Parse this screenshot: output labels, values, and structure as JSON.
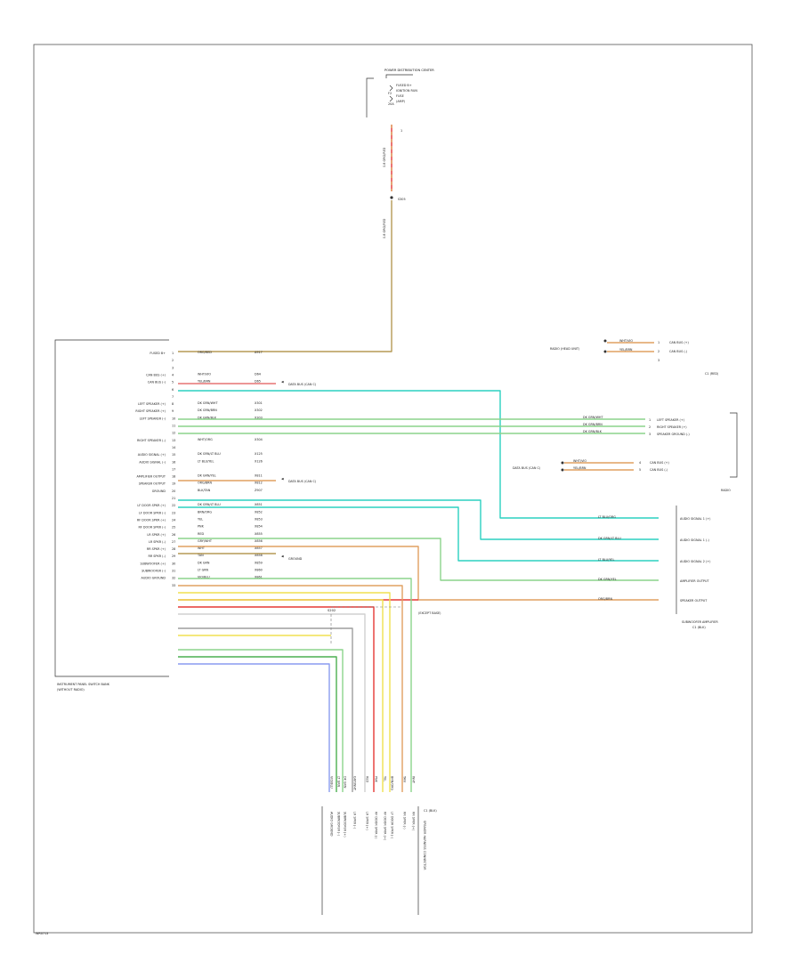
{
  "figure_label": "WR0713",
  "pdc": {
    "title": "POWER DISTRIBUTION CENTER",
    "circuits": [
      "FUSED B+",
      "IGNITION RUN",
      "FUSE",
      "(AMP)"
    ],
    "fuse_no": "F2",
    "fuse_amp": "20A"
  },
  "main_feed": {
    "wire_label": "0.8 ORG/RED",
    "circuit": "A917",
    "splice": "S305"
  },
  "module": {
    "name": "INSTRUMENT PANEL SWITCH BANK",
    "subtitle": "(WITHOUT RADIO)",
    "pins": [
      {
        "no": "1",
        "label": "FUSED B+",
        "wire": "ORG/RED",
        "circuit": "A917"
      },
      {
        "no": "2",
        "label": "",
        "wire": "",
        "circuit": ""
      },
      {
        "no": "3",
        "label": "",
        "wire": "",
        "circuit": ""
      },
      {
        "no": "4",
        "label": "CAN BUS (+)",
        "wire": "WHT/VIO",
        "circuit": "D64"
      },
      {
        "no": "5",
        "label": "CAN BUS (-)",
        "wire": "YEL/BRN",
        "circuit": "D65"
      },
      {
        "no": "6",
        "label": "",
        "wire": "",
        "circuit": ""
      },
      {
        "no": "7",
        "label": "",
        "wire": "",
        "circuit": ""
      },
      {
        "no": "8",
        "label": "LEFT SPEAKER (+)",
        "wire": "DK GRN/WHT",
        "circuit": "X301"
      },
      {
        "no": "9",
        "label": "RIGHT SPEAKER (+)",
        "wire": "DK GRN/BRN",
        "circuit": "X302"
      },
      {
        "no": "10",
        "label": "LEFT SPEAKER (-)",
        "wire": "DK GRN/BLK",
        "circuit": "X303"
      },
      {
        "no": "11",
        "label": "",
        "wire": "",
        "circuit": ""
      },
      {
        "no": "12",
        "label": "",
        "wire": "",
        "circuit": ""
      },
      {
        "no": "13",
        "label": "RIGHT SPEAKER (-)",
        "wire": "WHT/ORG",
        "circuit": "X304"
      },
      {
        "no": "14",
        "label": "",
        "wire": "",
        "circuit": ""
      },
      {
        "no": "15",
        "label": "AUDIO SIGNAL (+)",
        "wire": "DK GRN/LT BLU",
        "circuit": "X125"
      },
      {
        "no": "16",
        "label": "AUDIO SIGNAL (-)",
        "wire": "LT BLU/YEL",
        "circuit": "X126"
      },
      {
        "no": "17",
        "label": "",
        "wire": "",
        "circuit": ""
      },
      {
        "no": "18",
        "label": "AMPLIFIER OUTPUT",
        "wire": "DK GRN/YEL",
        "circuit": "X811"
      },
      {
        "no": "19",
        "label": "SPEAKER OUTPUT",
        "wire": "ORG/BRN",
        "circuit": "X812"
      },
      {
        "no": "20",
        "label": "GROUND",
        "wire": "BLK/TAN",
        "circuit": "Z907"
      },
      {
        "no": "21",
        "label": "",
        "wire": "",
        "circuit": ""
      },
      {
        "no": "22",
        "label": "LF DOOR SPKR (+)",
        "wire": "DK GRN/LT BLU",
        "circuit": "X851"
      },
      {
        "no": "23",
        "label": "LF DOOR SPKR (-)",
        "wire": "BRN/ORG",
        "circuit": "X852"
      },
      {
        "no": "24",
        "label": "RF DOOR SPKR (+)",
        "wire": "YEL",
        "circuit": "X853"
      },
      {
        "no": "25",
        "label": "RF DOOR SPKR (-)",
        "wire": "PNK",
        "circuit": "X854"
      },
      {
        "no": "26",
        "label": "LR SPKR (+)",
        "wire": "RED",
        "circuit": "X855"
      },
      {
        "no": "27",
        "label": "LR SPKR (-)",
        "wire": "GRY/WHT",
        "circuit": "X856"
      },
      {
        "no": "28",
        "label": "RR SPKR (+)",
        "wire": "WHT",
        "circuit": "X857"
      },
      {
        "no": "29",
        "label": "RR SPKR (-)",
        "wire": "TAN",
        "circuit": "X858"
      },
      {
        "no": "30",
        "label": "SUBWOOFER (+)",
        "wire": "DK GRN",
        "circuit": "X859"
      },
      {
        "no": "31",
        "label": "SUBWOOFER (-)",
        "wire": "LT GRN",
        "circuit": "X860"
      },
      {
        "no": "32",
        "label": "AUDIO GROUND",
        "wire": "VIO/BLU",
        "circuit": "X861"
      },
      {
        "no": "33",
        "label": "",
        "wire": "",
        "circuit": ""
      }
    ]
  },
  "refs": {
    "ref1": "DATA BUS (CAN C)",
    "ref2": "DATA BUS (CAN C)",
    "ref3": "GROUND"
  },
  "right_top": {
    "source": "RADIO (HEAD UNIT)",
    "wires": [
      "WHT/VIO",
      "YEL/BRN"
    ],
    "pins": [
      "1",
      "2",
      "3"
    ],
    "labels": [
      "CAN BUS (+)",
      "CAN BUS (-)"
    ],
    "connector": "C1 (RED)"
  },
  "right_mid": {
    "wires": [
      "DK GRN/WHT",
      "DK GRN/BRN",
      "DK GRN/BLK"
    ],
    "labels": [
      "LEFT SPEAKER (+)",
      "RIGHT SPEAKER (+)",
      "SPEAKER GROUND (-)"
    ],
    "pins": [
      "1",
      "2",
      "3"
    ],
    "source": "DATA BUS (CAN C)",
    "sub_wires": [
      "WHT/VIO",
      "YEL/BRN"
    ],
    "sub_labels": [
      "CAN BUS (+)",
      "CAN BUS (-)"
    ],
    "sub_pins": [
      "4",
      "5"
    ],
    "connector": "RADIO"
  },
  "amplifier": {
    "name": "SUBWOOFER AMPLIFIER",
    "connector": "C1 (BLK)",
    "wires": [
      "LT BLU/ORG",
      "DK GRN/LT BLU",
      "LT BLU/YEL",
      "DK GRN/YEL",
      "ORG/BRN"
    ],
    "pin_labels": [
      "AUDIO SIGNAL 1 (+)",
      "AUDIO SIGNAL 1 (-)",
      "AUDIO SIGNAL 2 (+)",
      "AMPLIFIER OUTPUT",
      "SPEAKER OUTPUT"
    ]
  },
  "splice_label": "S202",
  "splice_note": "(EXCEPT BASE)",
  "bottom": {
    "connector": "C1 (BLK)",
    "title": "SPEAKER HARNESS CONNECTOR",
    "wires": [
      "VIO/BLU",
      "LT GRN",
      "DK GRN",
      "GRY/WHT",
      "RED",
      "PNK",
      "YEL",
      "BRN/ORG",
      "TAN",
      "WHT"
    ],
    "labels": [
      "AUDIO GROUND",
      "SUBWOOFER (-)",
      "SUBWOOFER (+)",
      "LR SPKR (-)",
      "LR SPKR (+)",
      "RF DOOR SPKR (-)",
      "RF DOOR SPKR (+)",
      "LF DOOR SPKR (-)",
      "RR SPKR (-)",
      "RR SPKR (+)"
    ]
  },
  "colors": {
    "orange": "#e0a060",
    "tan": "#b59a55",
    "green": "#4caf50",
    "cyan": "#2bd1c0",
    "lightgreen": "#8bd48b",
    "red": "#e53935",
    "yellow": "#f0e050",
    "blue": "#8a9cf0",
    "gray": "#9e9e9e"
  }
}
